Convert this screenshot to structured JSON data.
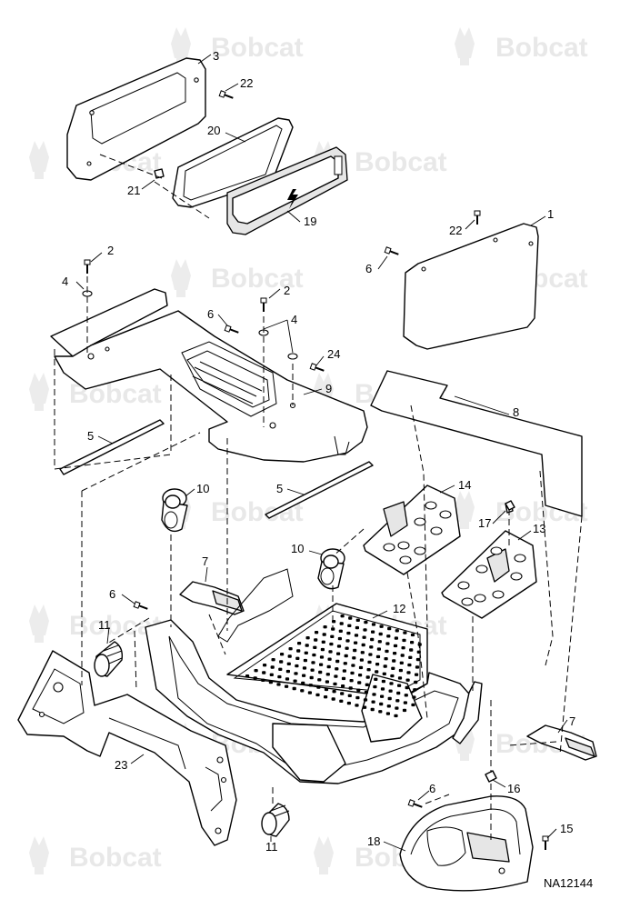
{
  "watermark": {
    "brand": "Bobcat"
  },
  "drawing_number": "NA12144",
  "callouts": {
    "c1": "1",
    "c2a": "2",
    "c2b": "2",
    "c3": "3",
    "c4a": "4",
    "c4b": "4",
    "c5a": "5",
    "c5b": "5",
    "c6a": "6",
    "c6b": "6",
    "c6c": "6",
    "c6d": "6",
    "c7a": "7",
    "c7b": "7",
    "c8": "8",
    "c9": "9",
    "c10a": "10",
    "c10b": "10",
    "c11a": "11",
    "c11b": "11",
    "c12": "12",
    "c13": "13",
    "c14": "14",
    "c15": "15",
    "c16": "16",
    "c17": "17",
    "c18": "18",
    "c19": "19",
    "c20": "20",
    "c21": "21",
    "c22a": "22",
    "c22b": "22",
    "c23": "23",
    "c24": "24"
  },
  "icons": {
    "battery_cover": "lightning-bolt-icon",
    "watermark": "bobcat-logo-icon"
  }
}
